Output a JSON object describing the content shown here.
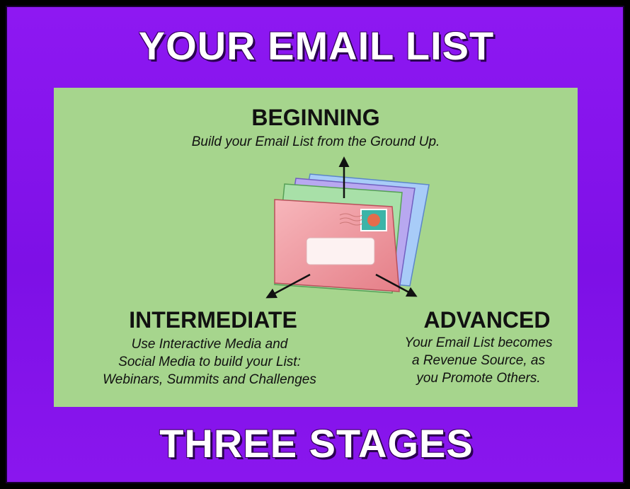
{
  "title_top": "YOUR EMAIL LIST",
  "title_bottom": "THREE STAGES",
  "stages": [
    {
      "heading": "BEGINNING",
      "lines": [
        "Build your Email List from the Ground Up."
      ]
    },
    {
      "heading": "INTERMEDIATE",
      "lines": [
        "Use Interactive Media and",
        "Social Media to build your List:",
        "Webinars, Summits and Challenges"
      ]
    },
    {
      "heading": "ADVANCED",
      "lines": [
        "Your Email List becomes",
        "a Revenue Source, as",
        "you Promote Others."
      ]
    }
  ],
  "colors": {
    "background": "#8516ec",
    "panel": "#a6d58d",
    "envelope_front": "#f29aa0",
    "envelope_green": "#a8e0a8",
    "envelope_purple": "#b8a8f0",
    "envelope_blue": "#a8ccf8"
  },
  "icons": [
    "envelope-stack-icon",
    "arrow-up-icon",
    "arrow-down-left-icon",
    "arrow-down-right-icon"
  ]
}
